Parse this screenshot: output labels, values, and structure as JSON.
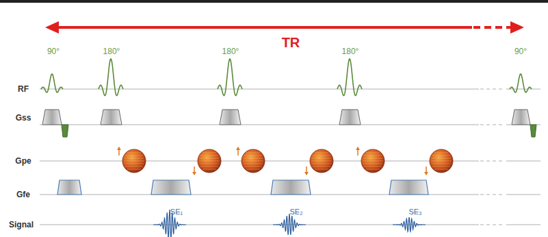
{
  "diagram": {
    "labels": [
      "TR",
      "90°",
      "180°",
      "180°",
      "180°",
      "90°",
      "RF",
      "Gss",
      "Gpe",
      "Gfe",
      "Signal",
      "SE₁",
      "SE₂",
      "SE₃"
    ]
  }
}
